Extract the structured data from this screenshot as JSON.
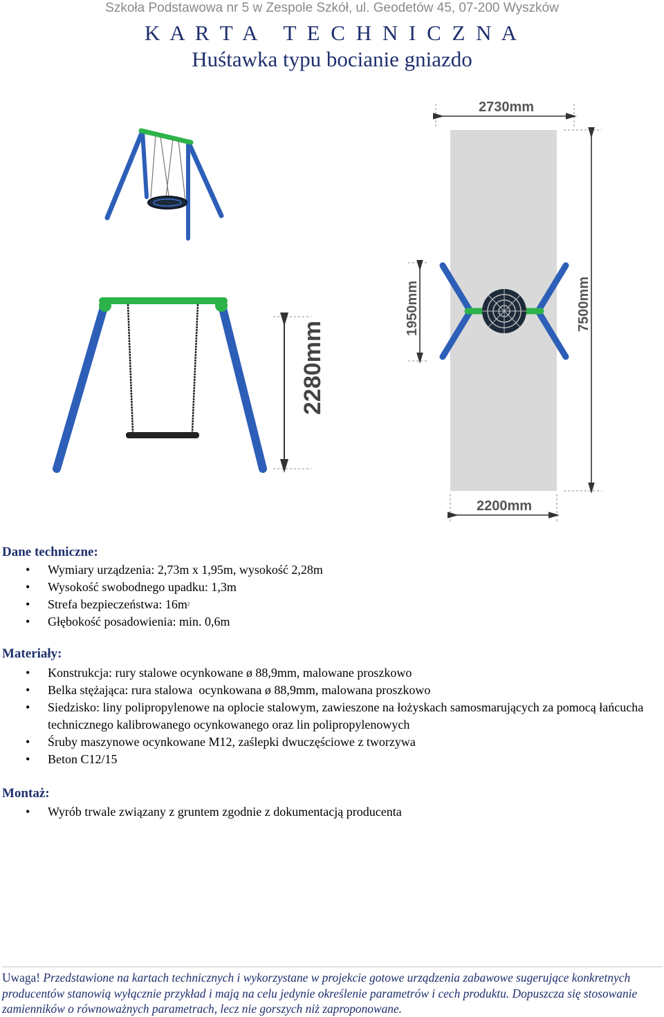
{
  "header": {
    "school": "Szkoła Podstawowa nr 5 w Zespole Szkół, ul. Geodetów 45, 07-200 Wyszków",
    "title": "K A R T A   T E C H N I C Z N A",
    "subtitle": "Huśtawka typu bocianie gniazdo"
  },
  "drawing": {
    "dim_width": "2730mm",
    "dim_height_side": "2280mm",
    "dim_swing_width": "1950mm",
    "dim_zone_length": "7500mm",
    "dim_zone_width": "2200mm",
    "colors": {
      "frame": "#2d5fb8",
      "beam": "#2db34a",
      "zone": "#d9d9d9"
    }
  },
  "tech": {
    "heading": "Dane techniczne:",
    "items": [
      "Wymiary urządzenia: 2,73m x 1,95m, wysokość 2,28m",
      "Wysokość swobodnego upadku: 1,3m",
      "Strefa bezpieczeństwa: 16m",
      "Głębokość posadowienia: min. 0,6m"
    ],
    "sup": "2"
  },
  "materials": {
    "heading": "Materiały:",
    "items": [
      "Konstrukcja: rury stalowe ocynkowane ø 88,9mm, malowane proszkowo",
      "Belka stężająca: rura stalowa  ocynkowana ø 88,9mm, malowana proszkowo",
      "Siedzisko: liny polipropylenowe na oplocie stalowym, zawieszone na łożyskach samosmarujących za pomocą łańcucha technicznego kalibrowanego ocynkowanego oraz lin polipropylenowych",
      "Śruby maszynowe ocynkowane M12, zaślepki dwuczęściowe z tworzywa",
      "Beton C12/15"
    ]
  },
  "montaz": {
    "heading": "Montaż:",
    "items": [
      "Wyrób trwale związany z gruntem zgodnie z dokumentacją producenta"
    ]
  },
  "footer": {
    "label": "Uwaga!",
    "text": " Przedstawione na kartach technicznych i wykorzystane w projekcie gotowe urządzenia zabawowe sugerujące konkretnych producentów stanowią wyłącznie przykład i mają na celu jedynie określenie parametrów i cech produktu. Dopuszcza się stosowanie zamienników o równoważnych parametrach, lecz nie gorszych niż zaproponowane."
  }
}
